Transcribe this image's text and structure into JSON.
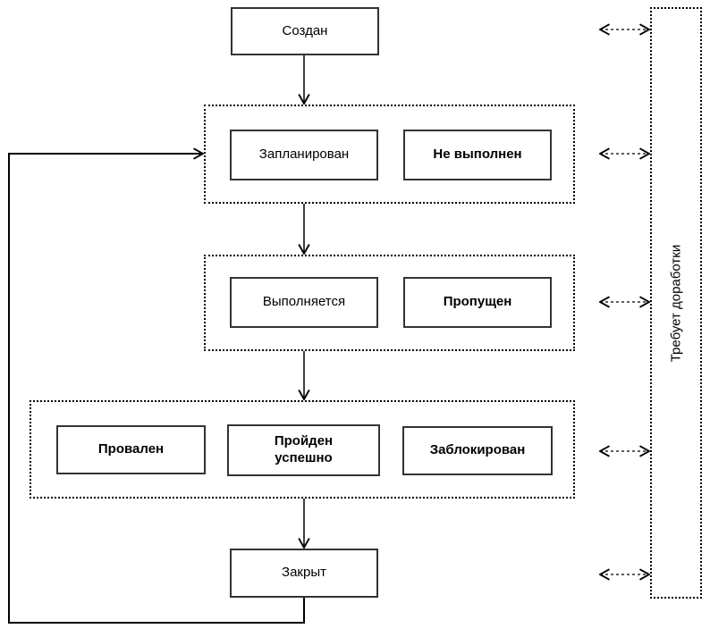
{
  "diagram": {
    "nodes": {
      "created": "Создан",
      "planned": "Запланирован",
      "not_executed": "Не выполнен",
      "in_progress": "Выполняется",
      "skipped": "Пропущен",
      "failed": "Провален",
      "passed": "Пройден\nуспешно",
      "blocked": "Заблокирован",
      "closed": "Закрыт",
      "rework": "Требует доработки"
    },
    "groups": [
      {
        "members": [
          "planned",
          "not_executed"
        ]
      },
      {
        "members": [
          "in_progress",
          "skipped"
        ]
      },
      {
        "members": [
          "failed",
          "passed",
          "blocked"
        ]
      }
    ],
    "edges": [
      {
        "from": "created",
        "to": "group-planned",
        "style": "solid-arrow"
      },
      {
        "from": "group-planned",
        "to": "group-in-progress",
        "style": "solid-arrow"
      },
      {
        "from": "group-in-progress",
        "to": "group-result",
        "style": "solid-arrow"
      },
      {
        "from": "group-result",
        "to": "closed",
        "style": "solid-arrow"
      },
      {
        "from": "closed",
        "to": "group-planned",
        "style": "loop-arrow"
      },
      {
        "between": "rework",
        "and": "created",
        "style": "dashed-double-arrow"
      },
      {
        "between": "rework",
        "and": "group-planned",
        "style": "dashed-double-arrow"
      },
      {
        "between": "rework",
        "and": "group-in-progress",
        "style": "dashed-double-arrow"
      },
      {
        "between": "rework",
        "and": "group-result",
        "style": "dashed-double-arrow"
      },
      {
        "between": "rework",
        "and": "closed",
        "style": "dashed-double-arrow"
      }
    ],
    "colors": {
      "line": "#000000",
      "box_border": "#333333",
      "background": "#ffffff",
      "text": "#000000"
    }
  }
}
